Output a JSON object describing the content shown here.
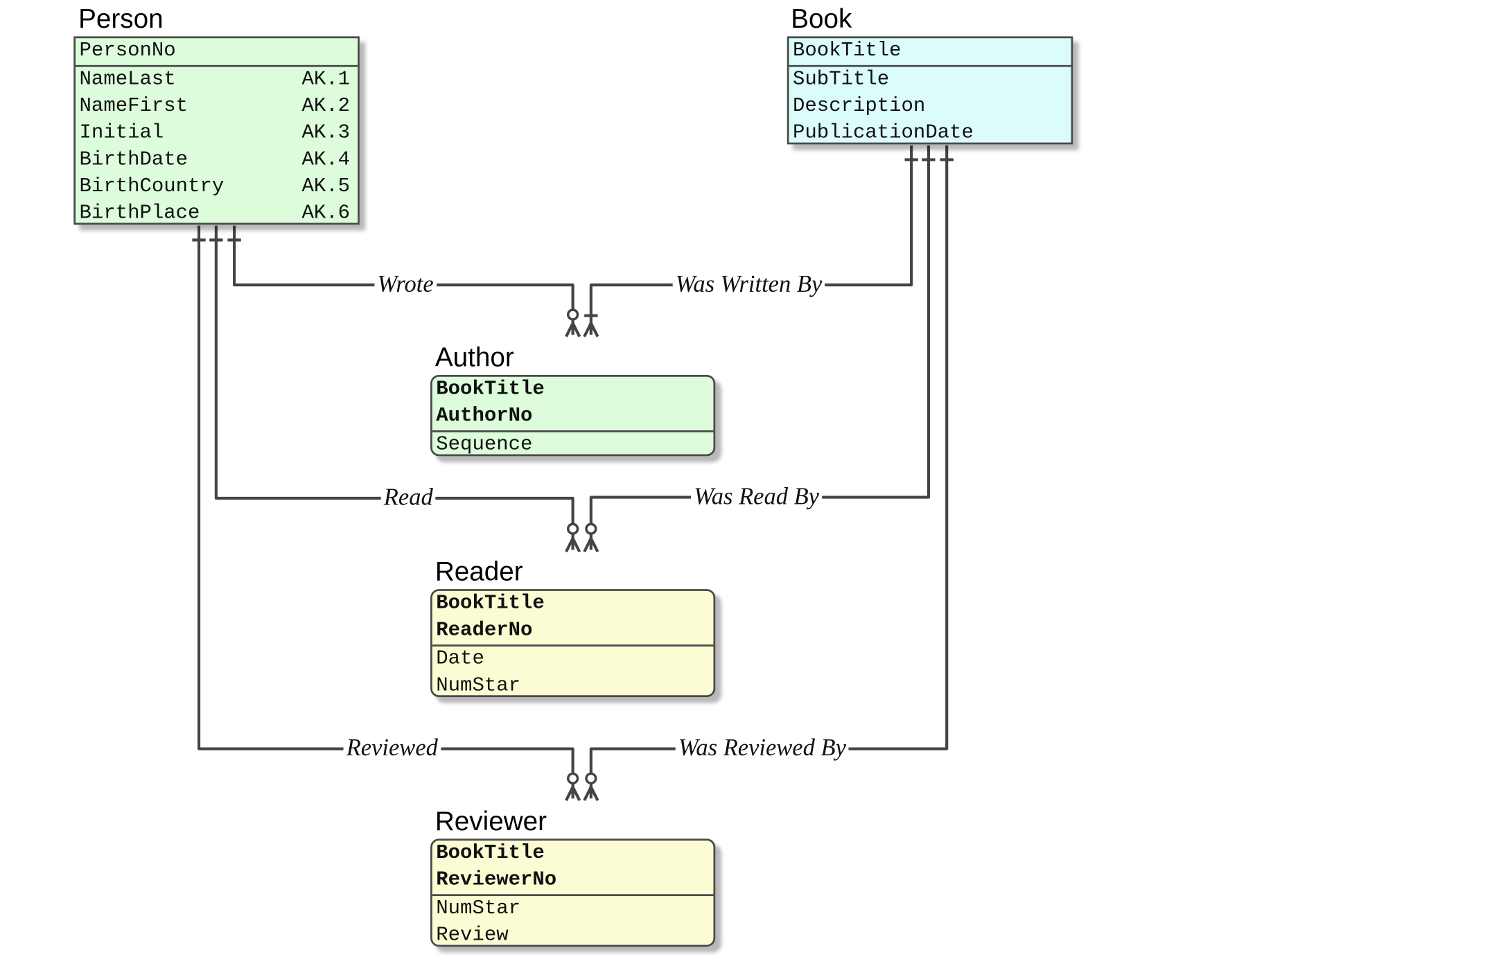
{
  "entities": {
    "person": {
      "title": "Person",
      "key": [
        "PersonNo"
      ],
      "attributes": [
        {
          "name": "NameLast",
          "tag": "AK.1"
        },
        {
          "name": "NameFirst",
          "tag": "AK.2"
        },
        {
          "name": "Initial",
          "tag": "AK.3"
        },
        {
          "name": "BirthDate",
          "tag": "AK.4"
        },
        {
          "name": "BirthCountry",
          "tag": "AK.5"
        },
        {
          "name": "BirthPlace",
          "tag": "AK.6"
        }
      ]
    },
    "book": {
      "title": "Book",
      "key": [
        "BookTitle"
      ],
      "attributes": [
        "SubTitle",
        "Description",
        "PublicationDate"
      ]
    },
    "author": {
      "title": "Author",
      "key": [
        "BookTitle",
        "AuthorNo"
      ],
      "attributes": [
        "Sequence"
      ]
    },
    "reader": {
      "title": "Reader",
      "key": [
        "BookTitle",
        "ReaderNo"
      ],
      "attributes": [
        "Date",
        "NumStar"
      ]
    },
    "reviewer": {
      "title": "Reviewer",
      "key": [
        "BookTitle",
        "ReviewerNo"
      ],
      "attributes": [
        "NumStar",
        "Review"
      ]
    }
  },
  "relationships": {
    "wrote": "Wrote",
    "was_written_by": "Was Written By",
    "read": "Read",
    "was_read_by": "Was Read By",
    "reviewed": "Reviewed",
    "was_reviewed_by": "Was Reviewed By"
  },
  "colors": {
    "person": "#dcfcdc",
    "book": "#dcfcfc",
    "author": "#dcfcdc",
    "reader": "#fcfcd4",
    "reviewer": "#fcfcd4",
    "line": "#444444"
  }
}
